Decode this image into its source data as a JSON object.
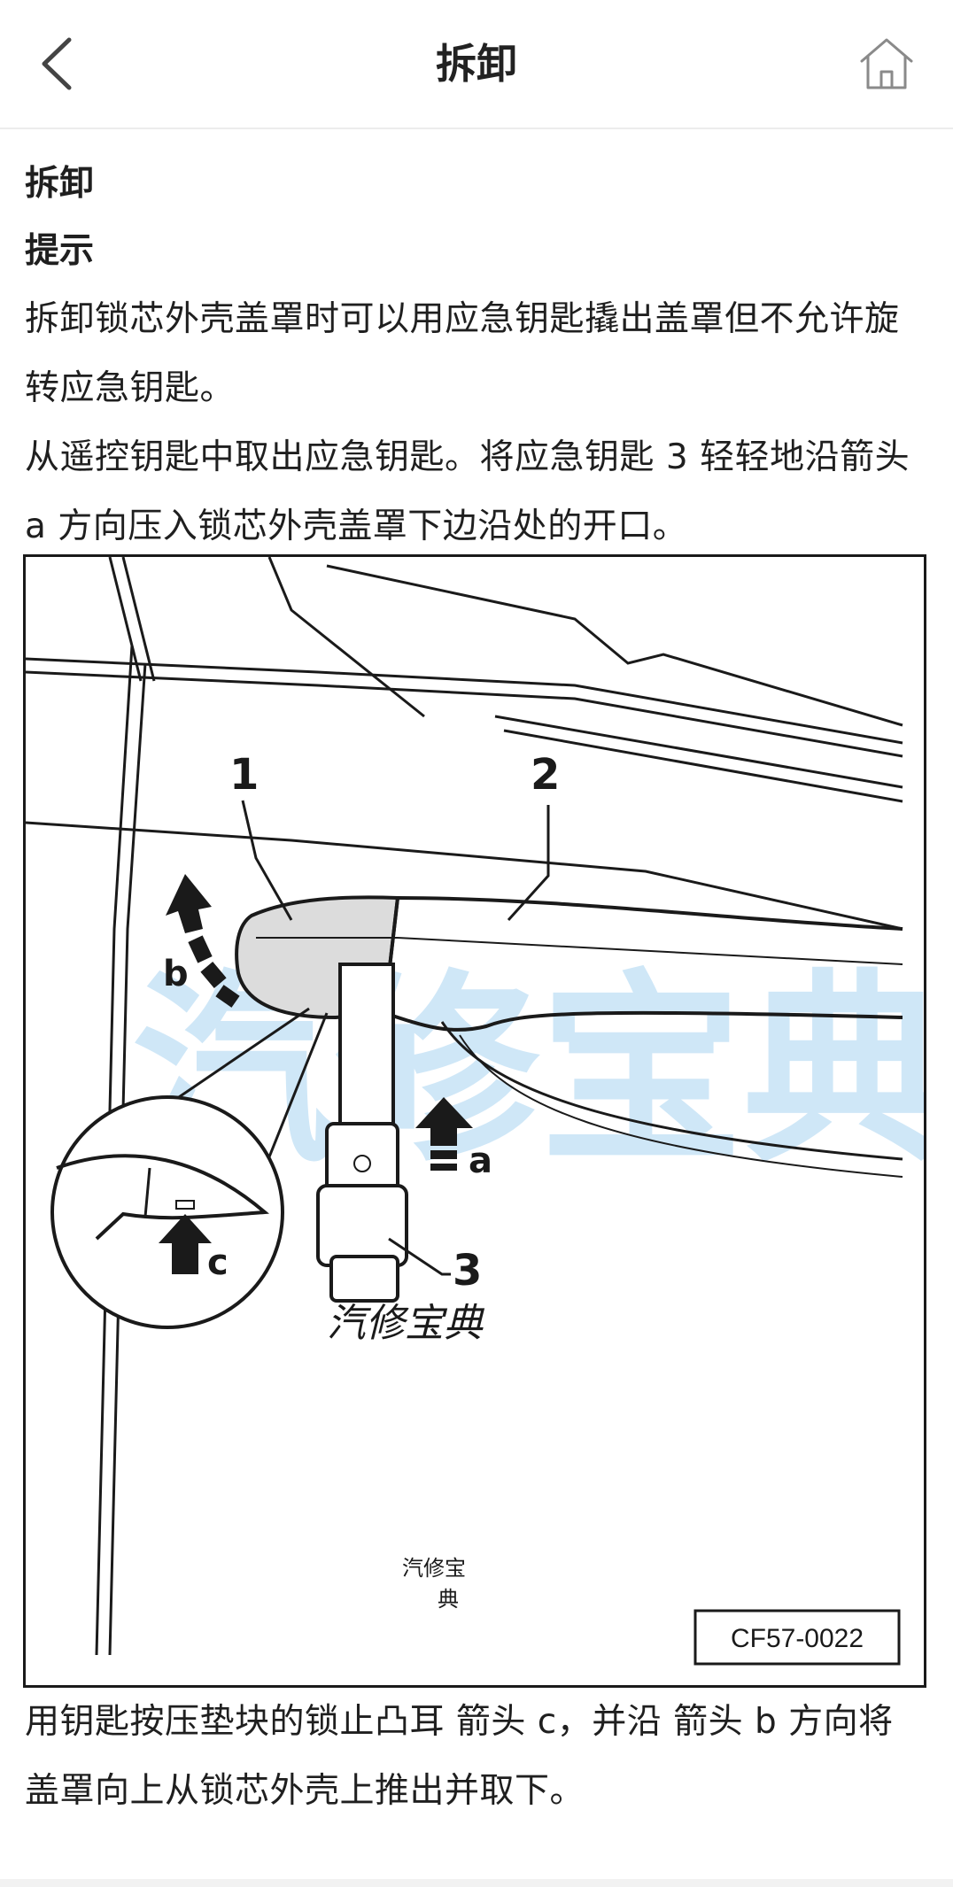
{
  "header": {
    "title": "拆卸",
    "back_icon": "chevron-left-icon",
    "home_icon": "home-icon"
  },
  "content": {
    "heading": "拆卸",
    "subheading": "提示",
    "paragraph1": "拆卸锁芯外壳盖罩时可以用应急钥匙撬出盖罩但不允许旋转应急钥匙。",
    "paragraph2": "从遥控钥匙中取出应急钥匙。将应急钥匙 3 轻轻地沿箭头 a 方向压入锁芯外壳盖罩下边沿处的开口。",
    "paragraph3": "用钥匙按压垫块的锁止凸耳 箭头 c，并沿 箭头 b 方向将盖罩向上从锁芯外壳上推出并取下。"
  },
  "figure": {
    "label_1": "1",
    "label_2": "2",
    "label_3": "3",
    "label_a": "a",
    "label_b": "b",
    "label_c": "c",
    "code": "CF57-0022",
    "watermark_main": "汽修宝典",
    "watermark_small_1": "汽修宝",
    "watermark_small_2": "典",
    "watermark_faint": "汽修宝典"
  },
  "colors": {
    "watermark_blue": "#a9d4f2",
    "line": "#1a1a1a"
  }
}
